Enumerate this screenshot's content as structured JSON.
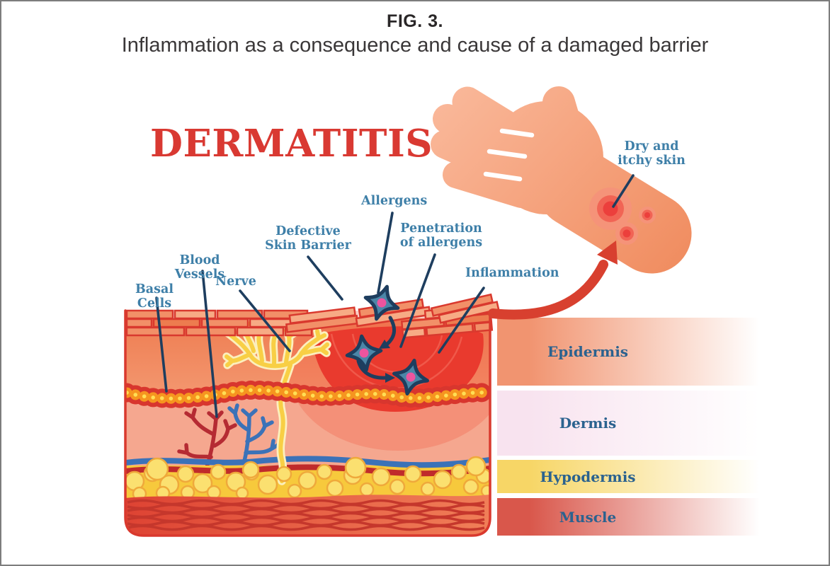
{
  "figure": {
    "label": "FIG. 3.",
    "title": "Inflammation as a consequence and cause of a damaged barrier"
  },
  "diagram": {
    "heading": "DERMATITIS",
    "callouts": {
      "basal_cells": "Basal Cells",
      "blood_vessels": "Blood Vessels",
      "nerve": "Nerve",
      "defective_skin_barrier": "Defective Skin Barrier",
      "allergens": "Allergens",
      "penetration_of_allergens": "Penetration of allergens",
      "inflammation": "Inflammation",
      "dry_and_itchy_skin": "Dry and itchy skin"
    },
    "layers": [
      {
        "id": "epidermis",
        "label": "Epidermis",
        "bar_color": "#F19470"
      },
      {
        "id": "dermis",
        "label": "Dermis",
        "bar_color": "#F8E3EF"
      },
      {
        "id": "hypodermis",
        "label": "Hypodermis",
        "bar_color": "#F7D666"
      },
      {
        "id": "muscle",
        "label": "Muscle",
        "bar_color": "#D9574B"
      }
    ]
  },
  "palette": {
    "heading_red": "#D93932",
    "accent_red": "#D8402F",
    "callout_blue": "#3E7FA8",
    "layer_label_blue": "#2B628F",
    "line_navy": "#1E3E5F",
    "skin_tone": "#F5A586",
    "allergen_blue": "#4C86A8",
    "allergen_center_pink": "#EE549E",
    "nerve_yellow": "#F8CF45",
    "fat_yellow": "#F7C93C",
    "vessel_red": "#B52B33",
    "vessel_blue": "#3B72B8"
  }
}
